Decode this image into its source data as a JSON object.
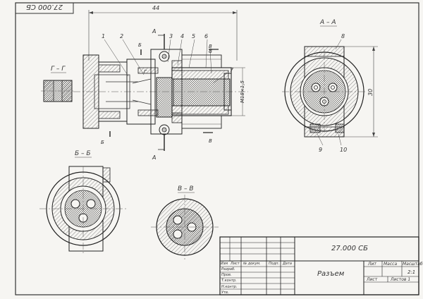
{
  "drawing": {
    "corner_code": "27.000 СБ",
    "dim_total_length": "44",
    "dim_height": "30",
    "thread": "М18×1,5",
    "section_labels": {
      "A1": "А",
      "A2": "А",
      "B1": "Б",
      "B2": "Б",
      "V1": "В",
      "V2": "В",
      "G": "Г"
    },
    "view_titles": {
      "aa": "А – А",
      "gg": "Г – Г",
      "bb": "Б – Б",
      "vv": "В – В"
    },
    "callouts": [
      "1",
      "2",
      "3",
      "4",
      "5",
      "6",
      "7",
      "8",
      "9",
      "10"
    ],
    "callout_8_aa": "8"
  },
  "title_block": {
    "code": "27.000 СБ",
    "name": "Разъем",
    "lit_header": "Лит",
    "mass_header": "Масса",
    "scale_header": "Масштаб",
    "scale": "2:1",
    "sheet": "Лист",
    "sheets": "Листов 1",
    "rows": [
      "Изм",
      "Лист",
      "№ докум.",
      "Подп.",
      "Дата"
    ],
    "roles": [
      "Разраб.",
      "Пров.",
      "Т.контр.",
      "Н.контр.",
      "Утв."
    ]
  }
}
